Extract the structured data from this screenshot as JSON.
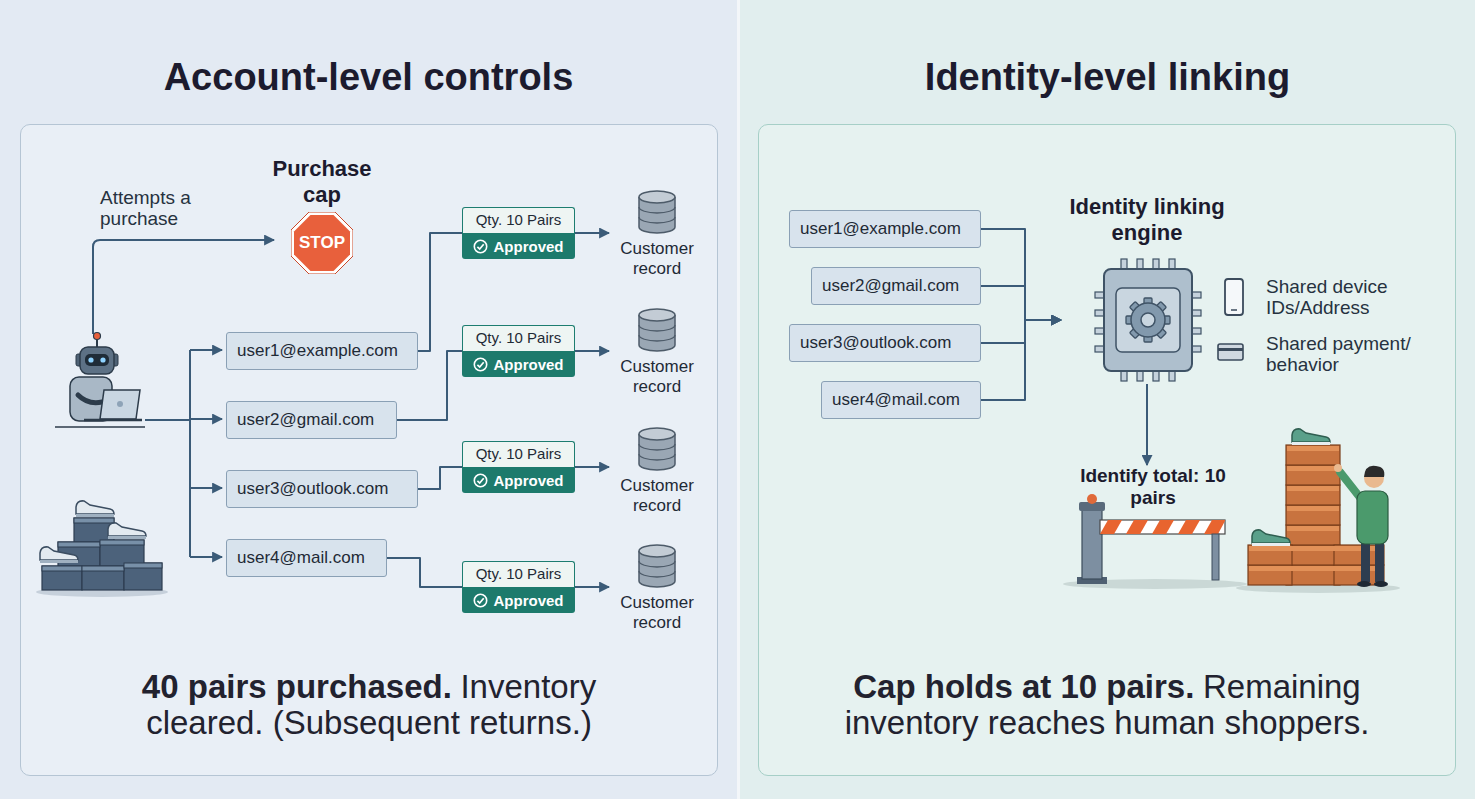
{
  "diagram": {
    "nodes": [
      {
        "text": [
          "Account-level controls"
        ]
      },
      {
        "text": [
          "40 pairs purchased.",
          "Inventory cleared. (Subsequent returns.)"
        ],
        "in": 0
      },
      {
        "text": [
          "Purchase cap",
          "STOP"
        ],
        "in": 1
      },
      {
        "text": [
          "user1@example.com"
        ],
        "in": 1
      },
      {
        "text": [
          "user2@gmail.com"
        ],
        "in": 1
      },
      {
        "text": [
          "user3@outlook.com"
        ],
        "in": 1
      },
      {
        "text": [
          "user4@mail.com"
        ],
        "in": 1
      },
      {
        "text": [
          "Qty. 10 Pairs",
          "Approved"
        ],
        "in": 1
      },
      {
        "text": [
          "Qty. 10 Pairs",
          "Approved"
        ],
        "in": 1
      },
      {
        "text": [
          "Qty. 10 Pairs",
          "Approved"
        ],
        "in": 1
      },
      {
        "text": [
          "Qty. 10 Pairs",
          "Approved"
        ],
        "in": 1
      },
      {
        "text": [
          "Customer record"
        ],
        "in": 1
      },
      {
        "text": [
          "Customer record"
        ],
        "in": 1
      },
      {
        "text": [
          "Customer record"
        ],
        "in": 1
      },
      {
        "text": [
          "Customer record"
        ],
        "in": 1
      },
      {
        "text": [
          "Identity-level linking"
        ]
      },
      {
        "text": [
          "Cap holds at 10 pairs.",
          "Remaining inventory reaches human shoppers."
        ],
        "in": 15
      },
      {
        "text": [
          "user1@example.com"
        ],
        "in": 16
      },
      {
        "text": [
          "user2@gmail.com"
        ],
        "in": 16
      },
      {
        "text": [
          "user3@outlook.com"
        ],
        "in": 16
      },
      {
        "text": [
          "user4@mail.com"
        ],
        "in": 16
      },
      {
        "text": [
          "Identity linking engine"
        ],
        "in": 16
      },
      {
        "text": [
          "Identify total: 10 pairs"
        ],
        "in": 16
      }
    ],
    "edges": [
      {
        "from": 3,
        "to": 7,
        "arrow": "none"
      },
      {
        "from": 4,
        "to": 8,
        "arrow": "none"
      },
      {
        "from": 5,
        "to": 9,
        "arrow": "none"
      },
      {
        "from": 6,
        "to": 10,
        "arrow": "none"
      },
      {
        "from": 7,
        "to": 11,
        "arrow": "to"
      },
      {
        "from": 8,
        "to": 12,
        "arrow": "to"
      },
      {
        "from": 9,
        "to": 13,
        "arrow": "to"
      },
      {
        "from": 10,
        "to": 14,
        "arrow": "to"
      },
      {
        "from": 17,
        "to": 21,
        "arrow": "to"
      },
      {
        "from": 18,
        "to": 21,
        "arrow": "to"
      },
      {
        "from": 19,
        "to": 21,
        "arrow": "to"
      },
      {
        "from": 20,
        "to": 21,
        "arrow": "to"
      },
      {
        "from": 21,
        "to": 22,
        "arrow": "to"
      }
    ],
    "labels": [
      "Attempts a purchase",
      "Shared device IDs/Address",
      "Shared payment/ behavior"
    ]
  }
}
